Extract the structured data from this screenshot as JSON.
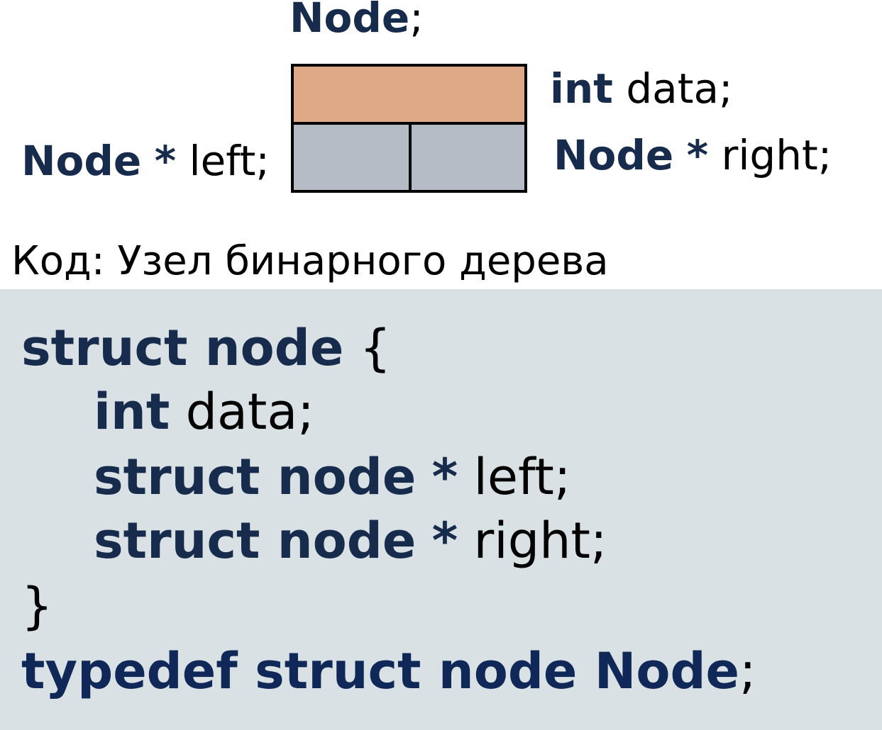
{
  "diagram": {
    "top_label": {
      "type": "Node",
      "punct": ";"
    },
    "data_label": {
      "type": "int",
      "name": "data;"
    },
    "left_label": {
      "type": "Node",
      "star": "*",
      "name": "left;"
    },
    "right_label": {
      "type": "Node",
      "star": "*",
      "name": "right;"
    },
    "colors": {
      "data_cell": "#dfa987",
      "pointer_cell": "#b5bcc6",
      "keyword": "#172b4d",
      "code_background": "#dae1e4"
    }
  },
  "caption": "Код: Узел бинарного дерева",
  "code": {
    "line1": {
      "kw": "struct node",
      "rest": "{"
    },
    "line2": {
      "kw": "int",
      "rest": "data;"
    },
    "line3": {
      "kw": "struct node",
      "star": "*",
      "rest": "left;"
    },
    "line4": {
      "kw": "struct node",
      "star": "*",
      "rest": "right;"
    },
    "line5": {
      "rest": "}"
    },
    "line6": {
      "kw": "typedef struct node Node",
      "rest": ";"
    }
  }
}
